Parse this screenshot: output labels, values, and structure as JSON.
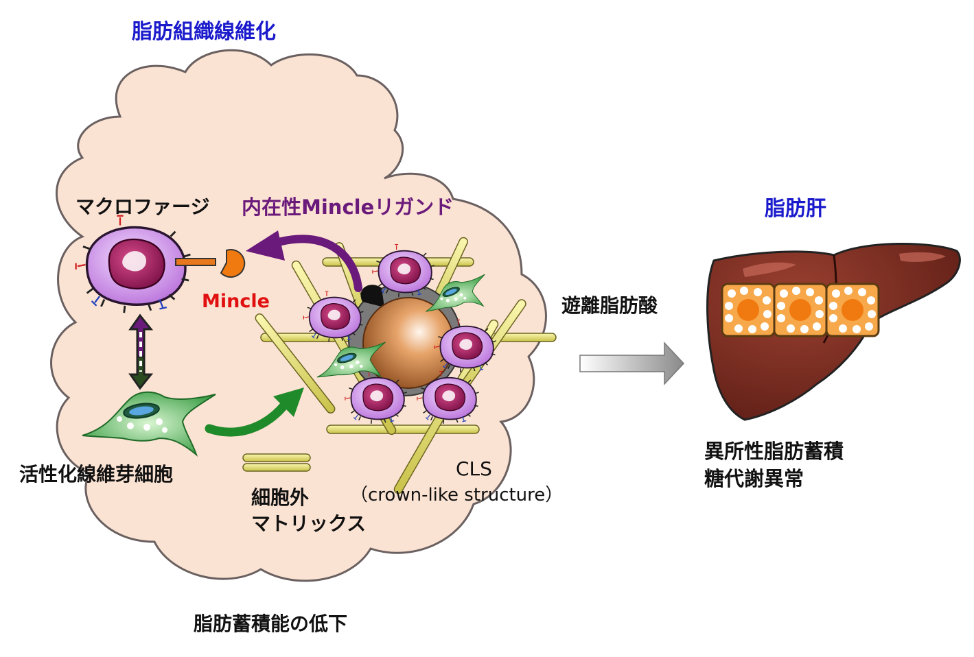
{
  "adipose": {
    "title": "脂肪組織線維化",
    "macrophage_label": "マクロファージ",
    "ligand_label": "内在性Mincleリガンド",
    "mincle_label": "Mincle",
    "fibroblast_label": "活性化線維芽細胞",
    "ecm_label_line1": "細胞外",
    "ecm_label_line2": "マトリックス",
    "cls_label": "CLS",
    "cls_full": "（crown-like structure）",
    "bottom_label": "脂肪蓄積能の低下"
  },
  "flow": {
    "ffa_label": "遊離脂肪酸"
  },
  "liver": {
    "title": "脂肪肝",
    "effect_line1": "異所性脂肪蓄積",
    "effect_line2": "糖代謝異常"
  },
  "colors": {
    "title_blue": "#1a1acc",
    "mincle_red": "#e01010",
    "ligand_purple": "#6a1a7a",
    "tissue_fill": "#fbe3d3",
    "liver_brown": "#7a2e22",
    "macrophage_purple": "#c98ee8",
    "fibroblast_green": "#4caf50",
    "ecm_yellow": "#e6e070"
  },
  "icons": [
    "macrophage-icon",
    "fibroblast-icon",
    "adipocyte-icon",
    "liver-icon",
    "hepatocyte-icon"
  ]
}
